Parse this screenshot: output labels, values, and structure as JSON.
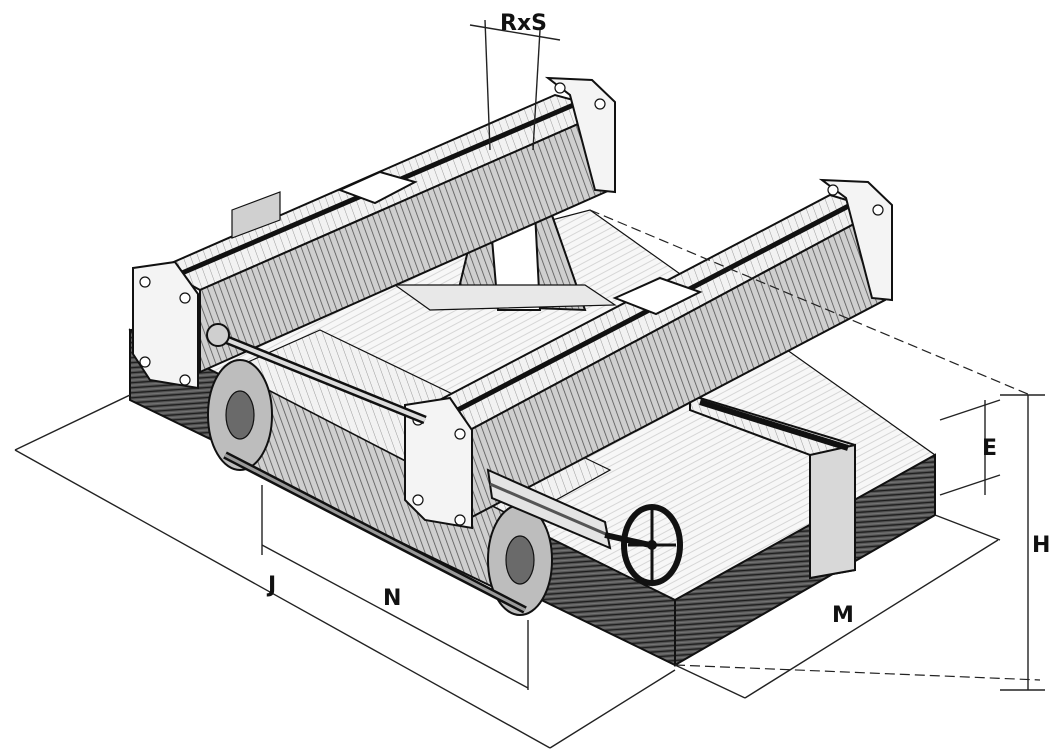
{
  "labels": {
    "rxs": "RxS",
    "e": "E",
    "h": "H",
    "j": "J",
    "n": "N",
    "m": "M"
  },
  "colors": {
    "ink": "#111111",
    "paper": "#ffffff",
    "shade": "#8a8a8a",
    "light": "#e6e6e6",
    "dark": "#3a3a3a"
  }
}
